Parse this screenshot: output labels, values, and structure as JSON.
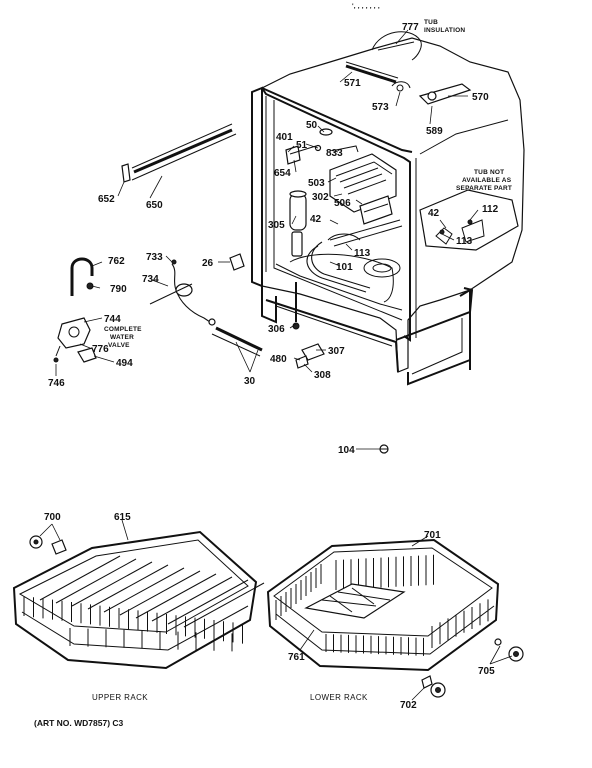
{
  "header_fragment": "',  ,  , , , , ,",
  "part_labels": {
    "p777": "777",
    "tub_insulation": "TUB\nINSULATION",
    "p571": "571",
    "p573": "573",
    "p570": "570",
    "p589": "589",
    "p50": "50",
    "p401": "401",
    "p51": "51",
    "p833": "833",
    "p654": "654",
    "p503": "503",
    "p302": "302",
    "p506": "506",
    "p42a": "42",
    "p305": "305",
    "p113a": "113",
    "p101": "101",
    "tub_not_available": "TUB NOT\nAVAILABLE AS\nSEPARATE PART",
    "p42b": "42",
    "p112": "112",
    "p113b": "113",
    "p652": "652",
    "p650": "650",
    "p733": "733",
    "p26": "26",
    "p762": "762",
    "p734": "734",
    "p790": "790",
    "p744": "744",
    "complete_water_valve": "COMPLETE\nWATER\nVALVE",
    "p776": "776",
    "p494": "494",
    "p746": "746",
    "p306": "306",
    "p307": "307",
    "p480": "480",
    "p308": "308",
    "p30": "30",
    "p104": "104",
    "p700": "700",
    "p615": "615",
    "p701": "701",
    "p761": "761",
    "p705": "705",
    "p702": "702"
  },
  "captions": {
    "upper_rack": "UPPER RACK",
    "lower_rack": "LOWER RACK"
  },
  "footer": {
    "art_number": "(ART NO. WD7857) C3"
  }
}
